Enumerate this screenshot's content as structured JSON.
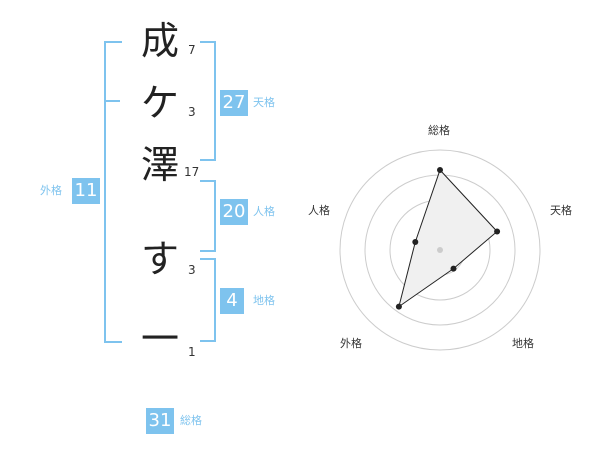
{
  "name": {
    "chars": [
      {
        "char": "成",
        "strokes": "7"
      },
      {
        "char": "ケ",
        "strokes": "3"
      },
      {
        "char": "澤",
        "strokes": "17"
      },
      {
        "char": "す",
        "strokes": "3"
      },
      {
        "char": "一",
        "strokes": "1"
      }
    ]
  },
  "fortune": {
    "tenkaku": {
      "value": "27",
      "label": "天格"
    },
    "jinkaku": {
      "value": "20",
      "label": "人格"
    },
    "chikaku": {
      "value": "4",
      "label": "地格"
    },
    "gaikaku": {
      "value": "11",
      "label": "外格"
    },
    "soukaku": {
      "value": "31",
      "label": "総格"
    }
  },
  "colors": {
    "accent": "#7ec3ee",
    "text": "#222222",
    "grid": "#cccccc"
  },
  "chart_data": {
    "type": "radar",
    "axes": [
      "総格",
      "天格",
      "地格",
      "外格",
      "人格"
    ],
    "values": [
      0.8,
      0.6,
      0.23,
      0.7,
      0.26
    ],
    "rings": 4
  }
}
